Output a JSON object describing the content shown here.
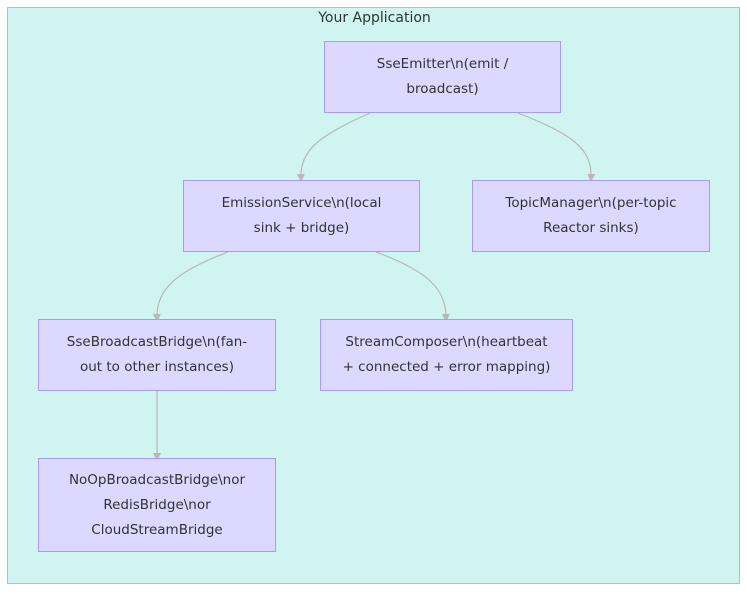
{
  "container": {
    "title": "Your Application"
  },
  "nodes": {
    "sse_emitter": "SseEmitter\\n(emit /\nbroadcast)",
    "emission_service": "EmissionService\\n(local\nsink + bridge)",
    "topic_manager": "TopicManager\\n(per-topic\nReactor sinks)",
    "broadcast_bridge": "SseBroadcastBridge\\n(fan-\nout to other instances)",
    "stream_composer": "StreamComposer\\n(heartbeat\n+ connected + error mapping)",
    "bridge_impls": "NoOpBroadcastBridge\\nor\nRedisBridge\\nor\nCloudStreamBridge"
  },
  "colors": {
    "container_fill": "#d0f4f0",
    "container_border": "#7fd8cf",
    "node_fill": "#ddd8ff",
    "node_border": "#a99bef",
    "edge": "#b8b8b8"
  }
}
